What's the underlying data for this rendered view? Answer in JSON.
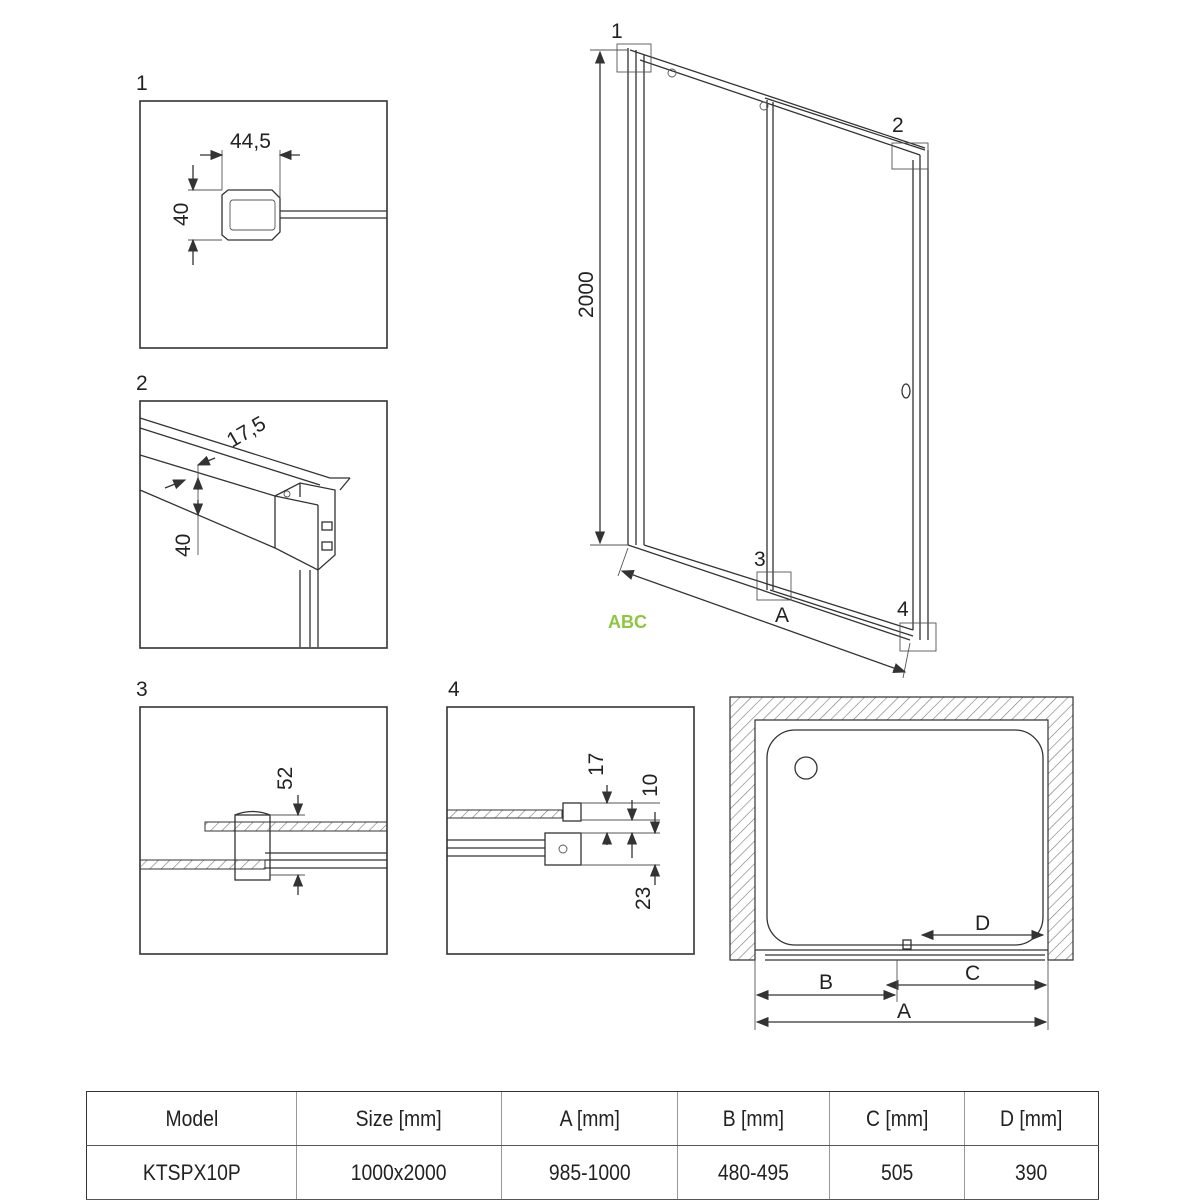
{
  "details": [
    {
      "number": "1",
      "dims": [
        "44,5",
        "40"
      ]
    },
    {
      "number": "2",
      "dims": [
        "17,5",
        "40"
      ]
    },
    {
      "number": "3",
      "dims": [
        "52"
      ]
    },
    {
      "number": "4",
      "dims": [
        "17",
        "10",
        "23"
      ]
    }
  ],
  "main_drawing": {
    "height_label": "2000",
    "width_label": "A",
    "callouts": [
      "1",
      "2",
      "3",
      "4"
    ]
  },
  "plan_view": {
    "labels": [
      "D",
      "C",
      "B",
      "A"
    ]
  },
  "watermark": "ABC",
  "table": {
    "headers": [
      "Model",
      "Size [mm]",
      "A [mm]",
      "B [mm]",
      "C [mm]",
      "D [mm]"
    ],
    "rows": [
      [
        "KTSPX10P",
        "1000x2000",
        "985-1000",
        "480-495",
        "505",
        "390"
      ]
    ]
  },
  "colors": {
    "watermark": "#8dc63f",
    "lines": "#333333"
  }
}
